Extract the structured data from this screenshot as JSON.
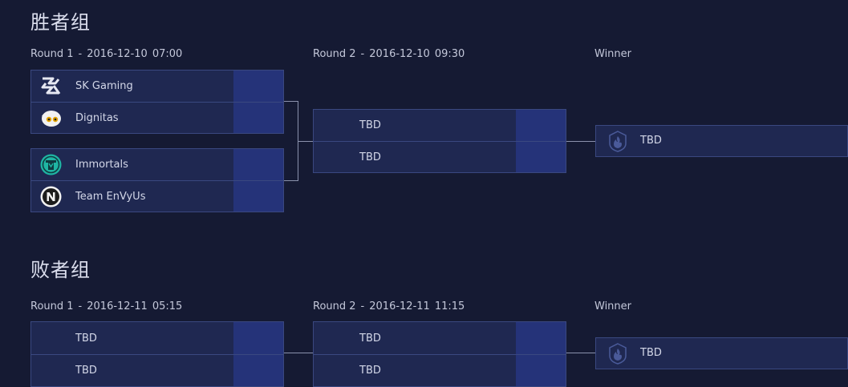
{
  "winners_group": {
    "title": "胜者组",
    "round1": {
      "name": "Round 1",
      "sep": "-",
      "date": "2016-12-10",
      "time": "07:00"
    },
    "round2": {
      "name": "Round 2",
      "sep": "-",
      "date": "2016-12-10",
      "time": "09:30"
    },
    "winner_label": "Winner",
    "round1_matches": [
      {
        "teams": [
          {
            "name": "SK Gaming",
            "logo": "sk-gaming-logo-icon"
          },
          {
            "name": "Dignitas",
            "logo": "dignitas-logo-icon"
          }
        ]
      },
      {
        "teams": [
          {
            "name": "Immortals",
            "logo": "immortals-logo-icon"
          },
          {
            "name": "Team EnVyUs",
            "logo": "envyus-logo-icon"
          }
        ]
      }
    ],
    "round2_match": {
      "teams": [
        "TBD",
        "TBD"
      ]
    },
    "winner": {
      "name": "TBD",
      "icon": "flame-shield-icon"
    }
  },
  "losers_group": {
    "title": "败者组",
    "round1": {
      "name": "Round 1",
      "sep": "-",
      "date": "2016-12-11",
      "time": "05:15"
    },
    "round2": {
      "name": "Round 2",
      "sep": "-",
      "date": "2016-12-11",
      "time": "11:15"
    },
    "winner_label": "Winner",
    "round1_match": {
      "teams": [
        "TBD",
        "TBD"
      ]
    },
    "round2_match": {
      "teams": [
        "TBD",
        "TBD"
      ]
    },
    "winner": {
      "name": "TBD",
      "icon": "flame-shield-icon"
    }
  },
  "colors": {
    "background": "#151a33",
    "match_cell": "#1f2851",
    "score_cell": "#253379",
    "border": "#3a4880",
    "connector": "#8b92ad",
    "immortals_teal": "#1fb5a3"
  }
}
